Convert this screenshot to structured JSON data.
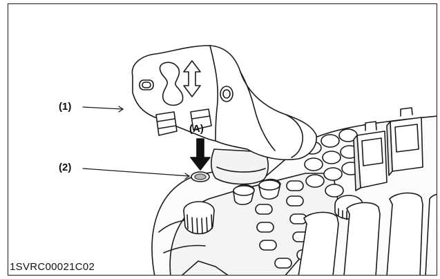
{
  "callouts": {
    "label_1": "(1)",
    "label_2": "(2)",
    "label_a": "(A)"
  },
  "figure_code": "1SVRC00021C02",
  "colors": {
    "line": "#1a1a1a",
    "fill_light": "#f7f7f7",
    "button_center": "#b9b9b9"
  }
}
